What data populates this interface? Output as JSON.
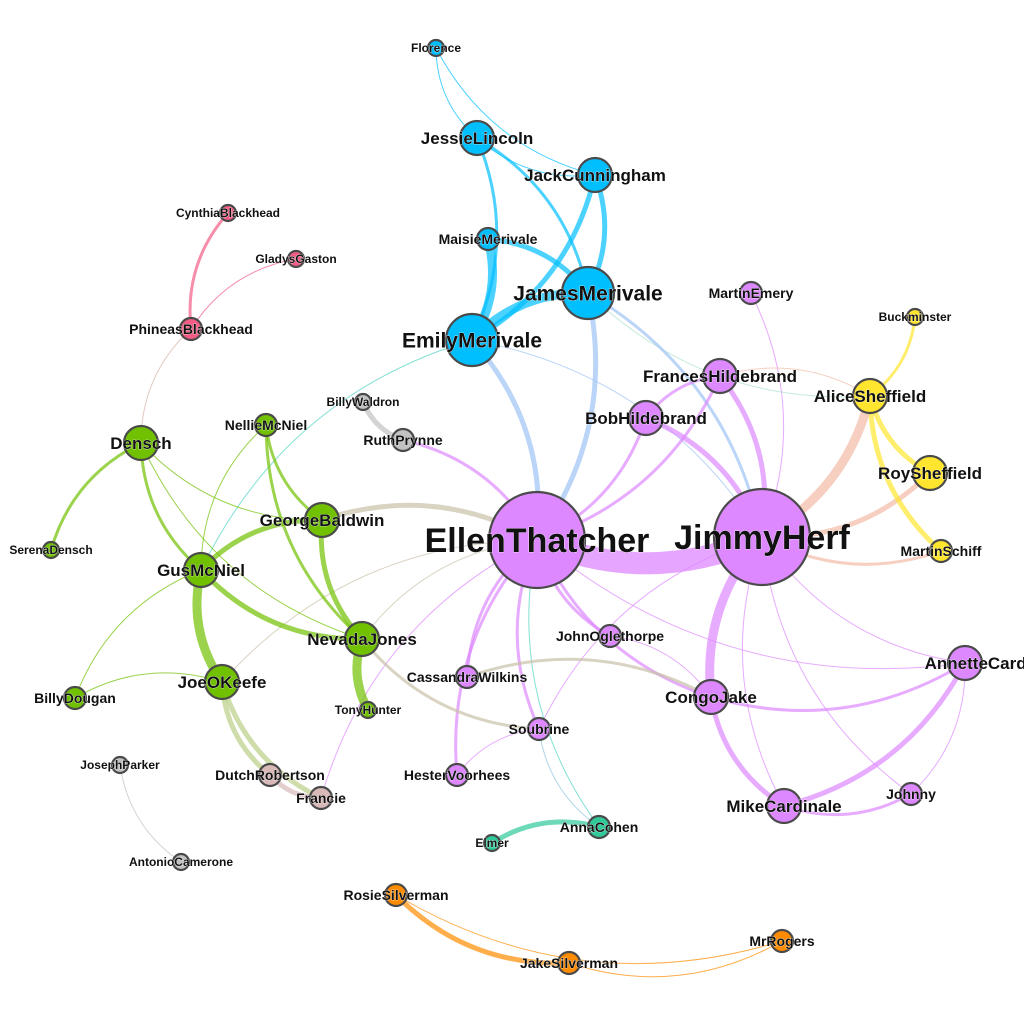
{
  "groups": {
    "blue": "#00bfff",
    "purple": "#dd88ff",
    "yellow": "#ffe52e",
    "green": "#71c100",
    "pink": "#f25c85",
    "grey": "#c2c2c2",
    "teal": "#2fc99a",
    "orange": "#ff8c00",
    "rose": "#d9b8b8"
  },
  "nodes": [
    {
      "id": "Florence",
      "label": "Florence",
      "group": "blue",
      "size": "tiny"
    },
    {
      "id": "JessieLincoln",
      "label": "JessieLincoln",
      "group": "blue",
      "size": "medium"
    },
    {
      "id": "JackCunningham",
      "label": "JackCunningham",
      "group": "blue",
      "size": "medium"
    },
    {
      "id": "MaisieMerivale",
      "label": "MaisieMerivale",
      "group": "blue",
      "size": "small"
    },
    {
      "id": "JamesMerivale",
      "label": "JamesMerivale",
      "group": "blue",
      "size": "large"
    },
    {
      "id": "EmilyMerivale",
      "label": "EmilyMerivale",
      "group": "blue",
      "size": "large"
    },
    {
      "id": "MartinEmery",
      "label": "MartinEmery",
      "group": "purple",
      "size": "small"
    },
    {
      "id": "FrancesHildebrand",
      "label": "FrancesHildebrand",
      "group": "purple",
      "size": "medium"
    },
    {
      "id": "BobHildebrand",
      "label": "BobHildebrand",
      "group": "purple",
      "size": "medium"
    },
    {
      "id": "EllenThatcher",
      "label": "EllenThatcher",
      "group": "purple",
      "size": "huge"
    },
    {
      "id": "JimmyHerf",
      "label": "JimmyHerf",
      "group": "purple",
      "size": "huge"
    },
    {
      "id": "JohnOglethorpe",
      "label": "JohnOglethorpe",
      "group": "purple",
      "size": "small"
    },
    {
      "id": "CassandraWilkins",
      "label": "CassandraWilkins",
      "group": "purple",
      "size": "small"
    },
    {
      "id": "Soubrine",
      "label": "Soubrine",
      "group": "purple",
      "size": "small"
    },
    {
      "id": "HesterVoorhees",
      "label": "HesterVoorhees",
      "group": "purple",
      "size": "small"
    },
    {
      "id": "CongoJake",
      "label": "CongoJake",
      "group": "purple",
      "size": "medium"
    },
    {
      "id": "AnnetteCardinale",
      "label": "AnnetteCardinale",
      "group": "purple",
      "size": "medium"
    },
    {
      "id": "MikeCardinale",
      "label": "MikeCardinale",
      "group": "purple",
      "size": "medium"
    },
    {
      "id": "Johnny",
      "label": "Johnny",
      "group": "purple",
      "size": "small"
    },
    {
      "id": "Buckminster",
      "label": "Buckminster",
      "group": "yellow",
      "size": "tiny"
    },
    {
      "id": "AliceSheffield",
      "label": "AliceSheffield",
      "group": "yellow",
      "size": "medium"
    },
    {
      "id": "RoySheffield",
      "label": "RoySheffield",
      "group": "yellow",
      "size": "medium"
    },
    {
      "id": "MartinSchiff",
      "label": "MartinSchiff",
      "group": "yellow",
      "size": "small"
    },
    {
      "id": "CynthiaBlackhead",
      "label": "CynthiaBlackhead",
      "group": "pink",
      "size": "tiny"
    },
    {
      "id": "GladysGaston",
      "label": "GladysGaston",
      "group": "pink",
      "size": "tiny"
    },
    {
      "id": "PhineasBlackhead",
      "label": "PhineasBlackhead",
      "group": "pink",
      "size": "small"
    },
    {
      "id": "BillyWaldron",
      "label": "BillyWaldron",
      "group": "grey",
      "size": "tiny"
    },
    {
      "id": "RuthPrynne",
      "label": "RuthPrynne",
      "group": "grey",
      "size": "small"
    },
    {
      "id": "Densch",
      "label": "Densch",
      "group": "green",
      "size": "medium"
    },
    {
      "id": "NellieMcNiel",
      "label": "NellieMcNiel",
      "group": "green",
      "size": "small"
    },
    {
      "id": "GeorgeBaldwin",
      "label": "GeorgeBaldwin",
      "group": "green",
      "size": "medium"
    },
    {
      "id": "SerenaDensch",
      "label": "SerenaDensch",
      "group": "green",
      "size": "tiny"
    },
    {
      "id": "GusMcNiel",
      "label": "GusMcNiel",
      "group": "green",
      "size": "medium"
    },
    {
      "id": "NevadaJones",
      "label": "NevadaJones",
      "group": "green",
      "size": "medium"
    },
    {
      "id": "JoeOKeefe",
      "label": "JoeOKeefe",
      "group": "green",
      "size": "medium"
    },
    {
      "id": "BillyDougan",
      "label": "BillyDougan",
      "group": "green",
      "size": "small"
    },
    {
      "id": "TonyHunter",
      "label": "TonyHunter",
      "group": "green",
      "size": "tiny"
    },
    {
      "id": "DutchRobertson",
      "label": "DutchRobertson",
      "group": "rose",
      "size": "small"
    },
    {
      "id": "Francie",
      "label": "Francie",
      "group": "rose",
      "size": "small"
    },
    {
      "id": "JosephParker",
      "label": "JosephParker",
      "group": "grey",
      "size": "tiny"
    },
    {
      "id": "AntonioCamerone",
      "label": "AntonioCamerone",
      "group": "grey",
      "size": "tiny"
    },
    {
      "id": "AnnaCohen",
      "label": "AnnaCohen",
      "group": "teal",
      "size": "small"
    },
    {
      "id": "Elmer",
      "label": "Elmer",
      "group": "teal",
      "size": "tiny"
    },
    {
      "id": "RosieSilverman",
      "label": "RosieSilverman",
      "group": "orange",
      "size": "small"
    },
    {
      "id": "JakeSilverman",
      "label": "JakeSilverman",
      "group": "orange",
      "size": "small"
    },
    {
      "id": "MrRogers",
      "label": "MrRogers",
      "group": "orange",
      "size": "small"
    }
  ],
  "edges": [
    {
      "source": "EllenThatcher",
      "target": "JimmyHerf",
      "color": "purple",
      "weight": "heaviest"
    },
    {
      "source": "JimmyHerf",
      "target": "CongoJake",
      "color": "purple",
      "weight": "heavy"
    },
    {
      "source": "JimmyHerf",
      "target": "AliceSheffield",
      "color": "#f2bba6",
      "weight": "heavy"
    },
    {
      "source": "JimmyHerf",
      "target": "RoySheffield",
      "color": "#f2bba6",
      "weight": "medium"
    },
    {
      "source": "JimmyHerf",
      "target": "MartinSchiff",
      "color": "#f2bba6",
      "weight": "light"
    },
    {
      "source": "JimmyHerf",
      "target": "FrancesHildebrand",
      "color": "purple",
      "weight": "medium"
    },
    {
      "source": "JimmyHerf",
      "target": "BobHildebrand",
      "color": "purple",
      "weight": "medium"
    },
    {
      "source": "JimmyHerf",
      "target": "MartinEmery",
      "color": "purple",
      "weight": "thin"
    },
    {
      "source": "JimmyHerf",
      "target": "JamesMerivale",
      "color": "#9cc3f5",
      "weight": "light"
    },
    {
      "source": "JimmyHerf",
      "target": "EmilyMerivale",
      "color": "#9cc3f5",
      "weight": "thin"
    },
    {
      "source": "JimmyHerf",
      "target": "AnnetteCardinale",
      "color": "purple",
      "weight": "thin"
    },
    {
      "source": "JimmyHerf",
      "target": "Johnny",
      "color": "purple",
      "weight": "thin"
    },
    {
      "source": "JimmyHerf",
      "target": "Soubrine",
      "color": "purple",
      "weight": "thin"
    },
    {
      "source": "JimmyHerf",
      "target": "MikeCardinale",
      "color": "purple",
      "weight": "thin"
    },
    {
      "source": "EllenThatcher",
      "target": "JamesMerivale",
      "color": "#9cc3f5",
      "weight": "medium"
    },
    {
      "source": "EllenThatcher",
      "target": "EmilyMerivale",
      "color": "#9cc3f5",
      "weight": "medium"
    },
    {
      "source": "EllenThatcher",
      "target": "BobHildebrand",
      "color": "purple",
      "weight": "light"
    },
    {
      "source": "EllenThatcher",
      "target": "FrancesHildebrand",
      "color": "purple",
      "weight": "light"
    },
    {
      "source": "EllenThatcher",
      "target": "GeorgeBaldwin",
      "color": "#c9c1a8",
      "weight": "medium"
    },
    {
      "source": "EllenThatcher",
      "target": "RuthPrynne",
      "color": "purple",
      "weight": "light"
    },
    {
      "source": "EllenThatcher",
      "target": "CongoJake",
      "color": "purple",
      "weight": "light"
    },
    {
      "source": "EllenThatcher",
      "target": "CassandraWilkins",
      "color": "purple",
      "weight": "light"
    },
    {
      "source": "EllenThatcher",
      "target": "HesterVoorhees",
      "color": "purple",
      "weight": "light"
    },
    {
      "source": "EllenThatcher",
      "target": "Soubrine",
      "color": "purple",
      "weight": "light"
    },
    {
      "source": "EllenThatcher",
      "target": "JohnOglethorpe",
      "color": "purple",
      "weight": "light"
    },
    {
      "source": "EllenThatcher",
      "target": "NevadaJones",
      "color": "#c9c1a8",
      "weight": "thin"
    },
    {
      "source": "EllenThatcher",
      "target": "JoeOKeefe",
      "color": "#c9c1a8",
      "weight": "thin"
    },
    {
      "source": "EllenThatcher",
      "target": "AnnetteCardinale",
      "color": "purple",
      "weight": "thin"
    },
    {
      "source": "EllenThatcher",
      "target": "Francie",
      "color": "purple",
      "weight": "thin"
    },
    {
      "source": "EllenThatcher",
      "target": "AnnaCohen",
      "color": "#4fd3c2",
      "weight": "thin"
    },
    {
      "source": "JamesMerivale",
      "target": "EmilyMerivale",
      "color": "blue",
      "weight": "heavy"
    },
    {
      "source": "JamesMerivale",
      "target": "MaisieMerivale",
      "color": "blue",
      "weight": "medium"
    },
    {
      "source": "JamesMerivale",
      "target": "JackCunningham",
      "color": "blue",
      "weight": "medium"
    },
    {
      "source": "JamesMerivale",
      "target": "JessieLincoln",
      "color": "blue",
      "weight": "light"
    },
    {
      "source": "EmilyMerivale",
      "target": "JackCunningham",
      "color": "blue",
      "weight": "medium"
    },
    {
      "source": "EmilyMerivale",
      "target": "MaisieMerivale",
      "color": "blue",
      "weight": "heavy"
    },
    {
      "source": "EmilyMerivale",
      "target": "JessieLincoln",
      "color": "blue",
      "weight": "light"
    },
    {
      "source": "JessieLincoln",
      "target": "JackCunningham",
      "color": "blue",
      "weight": "thin"
    },
    {
      "source": "Florence",
      "target": "JessieLincoln",
      "color": "blue",
      "weight": "thin"
    },
    {
      "source": "Florence",
      "target": "JackCunningham",
      "color": "blue",
      "weight": "thin"
    },
    {
      "source": "EmilyMerivale",
      "target": "GusMcNiel",
      "color": "#4fd3c2",
      "weight": "thin"
    },
    {
      "source": "JamesMerivale",
      "target": "AliceSheffield",
      "color": "#a8e0c8",
      "weight": "thin"
    },
    {
      "source": "AliceSheffield",
      "target": "Buckminster",
      "color": "yellow",
      "weight": "light"
    },
    {
      "source": "AliceSheffield",
      "target": "RoySheffield",
      "color": "yellow",
      "weight": "medium"
    },
    {
      "source": "AliceSheffield",
      "target": "MartinSchiff",
      "color": "yellow",
      "weight": "medium"
    },
    {
      "source": "AliceSheffield",
      "target": "FrancesHildebrand",
      "color": "#f2bba6",
      "weight": "thin"
    },
    {
      "source": "FrancesHildebrand",
      "target": "BobHildebrand",
      "color": "purple",
      "weight": "light"
    },
    {
      "source": "CongoJake",
      "target": "MikeCardinale",
      "color": "purple",
      "weight": "medium"
    },
    {
      "source": "CongoJake",
      "target": "AnnetteCardinale",
      "color": "purple",
      "weight": "light"
    },
    {
      "source": "CongoJake",
      "target": "CassandraWilkins",
      "color": "#c9c1a8",
      "weight": "light"
    },
    {
      "source": "MikeCardinale",
      "target": "AnnetteCardinale",
      "color": "purple",
      "weight": "medium"
    },
    {
      "source": "MikeCardinale",
      "target": "Johnny",
      "color": "purple",
      "weight": "light"
    },
    {
      "source": "Johnny",
      "target": "AnnetteCardinale",
      "color": "purple",
      "weight": "thin"
    },
    {
      "source": "CongoJake",
      "target": "JohnOglethorpe",
      "color": "purple",
      "weight": "thin"
    },
    {
      "source": "Soubrine",
      "target": "AnnaCohen",
      "color": "#8fc3e0",
      "weight": "thin"
    },
    {
      "source": "Soubrine",
      "target": "HesterVoorhees",
      "color": "purple",
      "weight": "thin"
    },
    {
      "source": "AnnaCohen",
      "target": "Elmer",
      "color": "teal",
      "weight": "medium"
    },
    {
      "source": "RosieSilverman",
      "target": "JakeSilverman",
      "color": "orange",
      "weight": "medium"
    },
    {
      "source": "JakeSilverman",
      "target": "MrRogers",
      "color": "orange",
      "weight": "thin"
    },
    {
      "source": "RosieSilverman",
      "target": "MrRogers",
      "color": "orange",
      "weight": "thin"
    },
    {
      "source": "JosephParker",
      "target": "AntonioCamerone",
      "color": "grey",
      "weight": "thin"
    },
    {
      "source": "CynthiaBlackhead",
      "target": "PhineasBlackhead",
      "color": "pink",
      "weight": "light"
    },
    {
      "source": "GladysGaston",
      "target": "PhineasBlackhead",
      "color": "pink",
      "weight": "thin"
    },
    {
      "source": "PhineasBlackhead",
      "target": "Densch",
      "color": "#d6b3a6",
      "weight": "thin"
    },
    {
      "source": "BillyWaldron",
      "target": "RuthPrynne",
      "color": "grey",
      "weight": "medium"
    },
    {
      "source": "Densch",
      "target": "SerenaDensch",
      "color": "green",
      "weight": "light"
    },
    {
      "source": "Densch",
      "target": "GusMcNiel",
      "color": "green",
      "weight": "light"
    },
    {
      "source": "Densch",
      "target": "GeorgeBaldwin",
      "color": "green",
      "weight": "thin"
    },
    {
      "source": "Densch",
      "target": "NevadaJones",
      "color": "green",
      "weight": "thin"
    },
    {
      "source": "NellieMcNiel",
      "target": "GeorgeBaldwin",
      "color": "green",
      "weight": "light"
    },
    {
      "source": "NellieMcNiel",
      "target": "NevadaJones",
      "color": "green",
      "weight": "light"
    },
    {
      "source": "NellieMcNiel",
      "target": "GusMcNiel",
      "color": "green",
      "weight": "thin"
    },
    {
      "source": "GeorgeBaldwin",
      "target": "GusMcNiel",
      "color": "green",
      "weight": "medium"
    },
    {
      "source": "GeorgeBaldwin",
      "target": "NevadaJones",
      "color": "green",
      "weight": "medium"
    },
    {
      "source": "GusMcNiel",
      "target": "NevadaJones",
      "color": "green",
      "weight": "medium"
    },
    {
      "source": "GusMcNiel",
      "target": "JoeOKeefe",
      "color": "green",
      "weight": "heavy"
    },
    {
      "source": "GusMcNiel",
      "target": "BillyDougan",
      "color": "green",
      "weight": "thin"
    },
    {
      "source": "NevadaJones",
      "target": "TonyHunter",
      "color": "green",
      "weight": "heavy"
    },
    {
      "source": "NevadaJones",
      "target": "Soubrine",
      "color": "#c9c1a8",
      "weight": "light"
    },
    {
      "source": "JoeOKeefe",
      "target": "BillyDougan",
      "color": "green",
      "weight": "thin"
    },
    {
      "source": "JoeOKeefe",
      "target": "DutchRobertson",
      "color": "#b9cf86",
      "weight": "medium"
    },
    {
      "source": "JoeOKeefe",
      "target": "Francie",
      "color": "#b9cf86",
      "weight": "medium"
    },
    {
      "source": "DutchRobertson",
      "target": "Francie",
      "color": "rose",
      "weight": "medium"
    }
  ]
}
